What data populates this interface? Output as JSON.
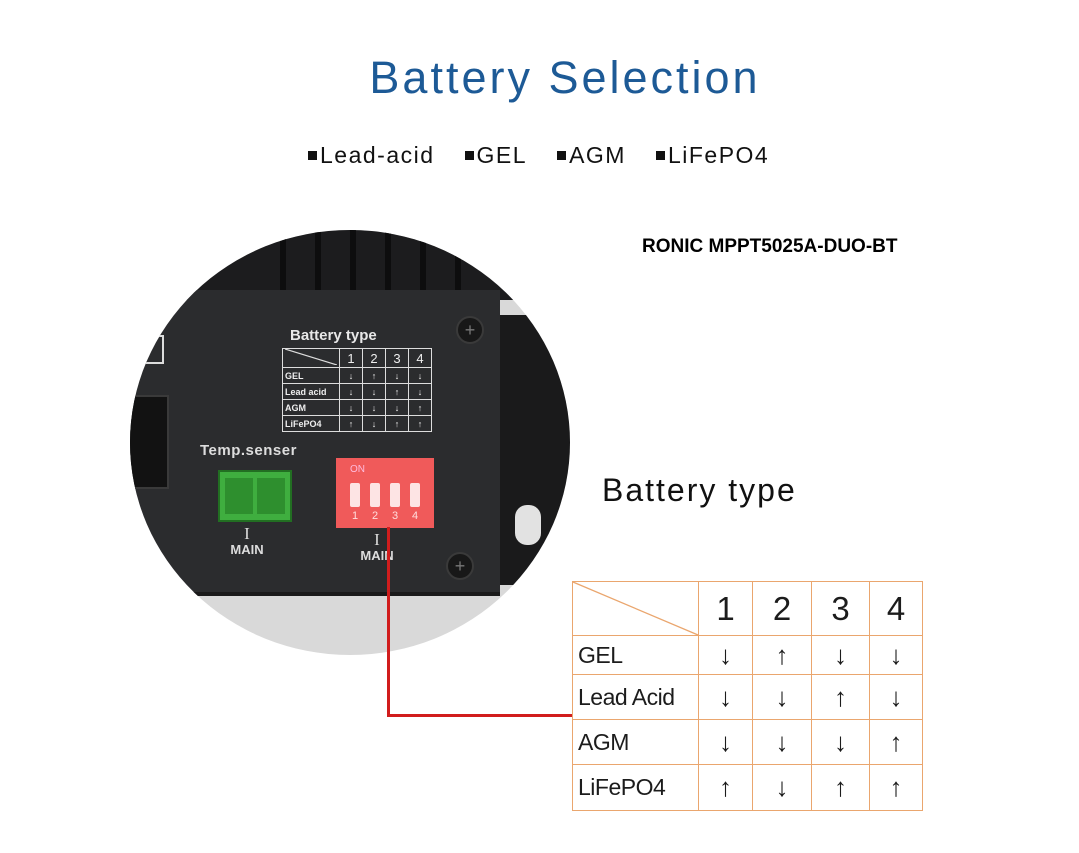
{
  "title": "Battery Selection",
  "battery_types": [
    "Lead-acid",
    "GEL",
    "AGM",
    "LiFePO4"
  ],
  "model": "RONIC MPPT5025A-DUO-BT",
  "section_label": "Battery type",
  "device_photo": {
    "panel_title": "Battery type",
    "temp_sensor_label": "Temp.senser",
    "main_label_1": "MAIN",
    "main_label_2": "MAIN",
    "roman_i": "I",
    "dip_on_label": "ON",
    "dip_numbers": [
      "1",
      "2",
      "3",
      "4"
    ],
    "mini_table": {
      "headers": [
        "1",
        "2",
        "3",
        "4"
      ],
      "rows": [
        {
          "label": "GEL",
          "cells": [
            "↓",
            "↑",
            "↓",
            "↓"
          ]
        },
        {
          "label": "Lead acid",
          "cells": [
            "↓",
            "↓",
            "↑",
            "↓"
          ]
        },
        {
          "label": "AGM",
          "cells": [
            "↓",
            "↓",
            "↓",
            "↑"
          ]
        },
        {
          "label": "LiFePO4",
          "cells": [
            "↑",
            "↓",
            "↑",
            "↑"
          ]
        }
      ]
    }
  },
  "dip_table": {
    "headers": [
      "1",
      "2",
      "3",
      "4"
    ],
    "rows": [
      {
        "label": "GEL",
        "cells": [
          "↓",
          "↑",
          "↓",
          "↓"
        ]
      },
      {
        "label": "Lead Acid",
        "cells": [
          "↓",
          "↓",
          "↑",
          "↓"
        ]
      },
      {
        "label": "AGM",
        "cells": [
          "↓",
          "↓",
          "↓",
          "↑"
        ]
      },
      {
        "label": "LiFePO4",
        "cells": [
          "↑",
          "↓",
          "↑",
          "↑"
        ]
      }
    ]
  },
  "colors": {
    "title": "#1d5a96",
    "table_border": "#eaa66e",
    "connector": "#d11d1d",
    "dip_switch": "#f05a5a",
    "terminal": "#3fae3f"
  }
}
